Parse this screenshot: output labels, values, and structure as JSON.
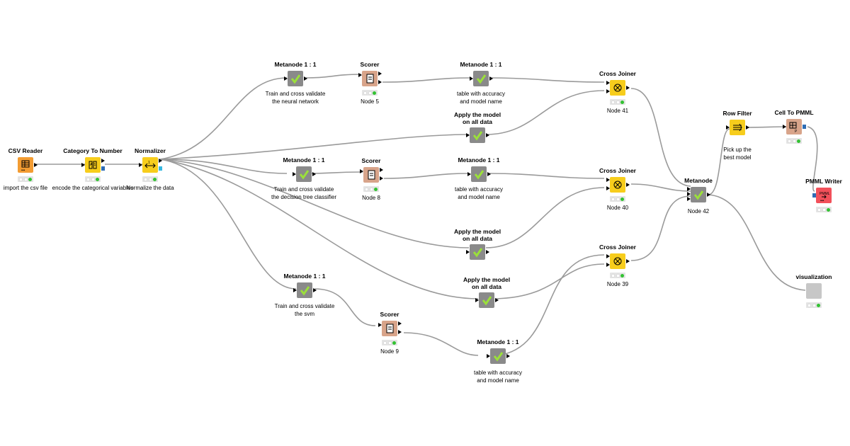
{
  "nodes": {
    "csv_reader": {
      "title": "CSV Reader",
      "desc": "import the csv file"
    },
    "category_to_number": {
      "title": "Category To Number",
      "desc": "encode the categorical variables"
    },
    "normalizer": {
      "title": "Normalizer",
      "desc": "Normalize the data"
    },
    "meta_nn": {
      "title": "Metanode 1 : 1",
      "desc": "Train and cross validate\nthe neural network"
    },
    "scorer_nn": {
      "title": "Scorer",
      "desc": "Node 5"
    },
    "meta_table_nn": {
      "title": "Metanode 1 : 1",
      "desc": "table with accuracy\nand model name"
    },
    "apply_nn": {
      "title": "Apply the model\non all data",
      "desc": ""
    },
    "cross_joiner_41": {
      "title": "Cross Joiner",
      "desc": "Node 41"
    },
    "meta_dt": {
      "title": "Metanode 1 : 1",
      "desc": "Train and cross validate\nthe decision tree classifier"
    },
    "scorer_dt": {
      "title": "Scorer",
      "desc": "Node 8"
    },
    "meta_table_dt": {
      "title": "Metanode 1 : 1",
      "desc": "table with accuracy\nand model name"
    },
    "apply_dt": {
      "title": "Apply the model\non all data",
      "desc": ""
    },
    "cross_joiner_40": {
      "title": "Cross Joiner",
      "desc": "Node 40"
    },
    "meta_svm": {
      "title": "Metanode 1 : 1",
      "desc": "Train and cross validate\nthe svm"
    },
    "apply_svm": {
      "title": "Apply the model\non all data",
      "desc": ""
    },
    "scorer_svm": {
      "title": "Scorer",
      "desc": "Node 9"
    },
    "meta_table_svm": {
      "title": "Metanode 1 : 1",
      "desc": "table with accuracy\nand model name"
    },
    "cross_joiner_39": {
      "title": "Cross Joiner",
      "desc": "Node 39"
    },
    "metanode_42": {
      "title": "Metanode",
      "desc": "Node 42"
    },
    "row_filter": {
      "title": "Row Filter",
      "desc": "Pick up the\nbest model"
    },
    "cell_to_pmml": {
      "title": "Cell To PMML",
      "desc": ""
    },
    "pmml_writer": {
      "title": "PMML Writer",
      "desc": ""
    },
    "visualization": {
      "title": "visualization",
      "desc": ""
    }
  },
  "icons": {
    "csv_reader": "table-reader-icon",
    "category_to_number": "category-to-number-icon",
    "normalizer": "normalizer-icon",
    "metanode": "checkmark-icon",
    "scorer": "scorer-icon",
    "cross_joiner": "cross-joiner-icon",
    "row_filter": "row-filter-icon",
    "cell_to_pmml": "cell-to-pmml-icon",
    "pmml_writer": "pmml-writer-icon"
  },
  "colors": {
    "metanode": "#8a8a8a",
    "scorer": "#d8a48a",
    "manipulator": "#f7cd1c",
    "source": "#f39c32",
    "sink": "#f2505a",
    "visualization": "#c7c7c7",
    "check": "#9be03a",
    "status_green": "#33c233",
    "edge": "#9a9a9a"
  }
}
